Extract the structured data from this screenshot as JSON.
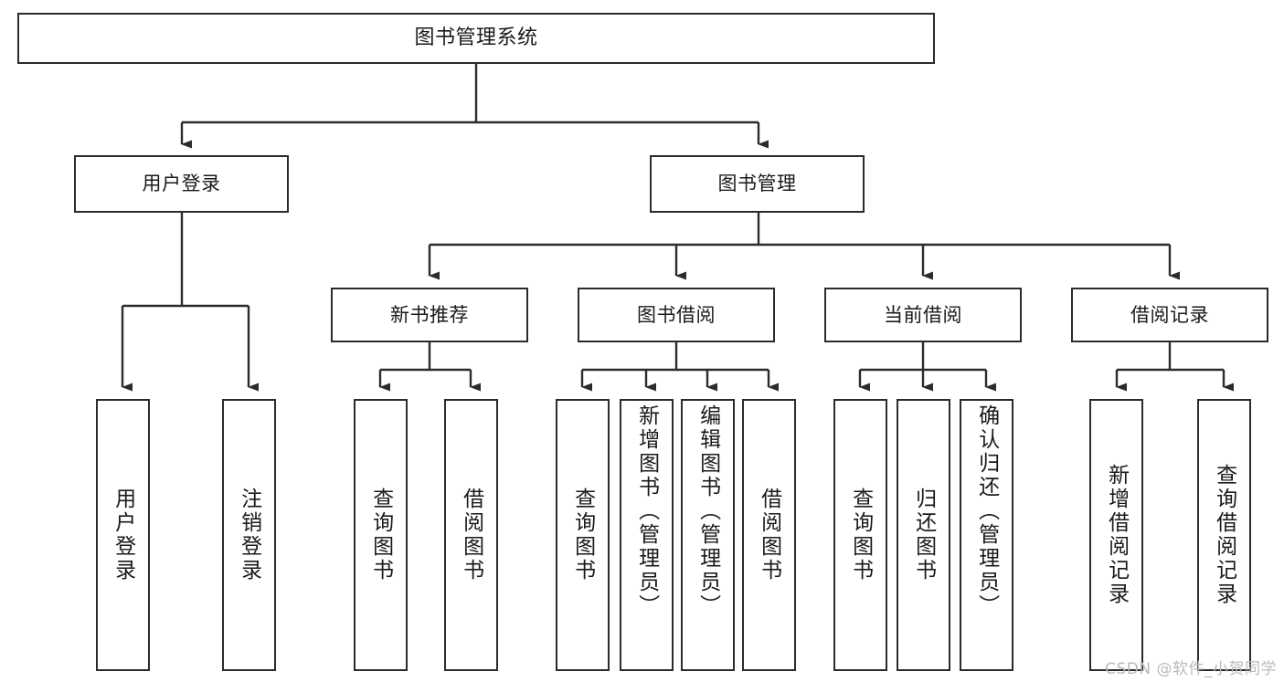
{
  "diagram": {
    "title": "图书管理系统",
    "type": "hierarchy-tree",
    "root": {
      "label": "图书管理系统"
    },
    "level2": [
      {
        "label": "用户登录"
      },
      {
        "label": "图书管理"
      }
    ],
    "level3": [
      {
        "label": "新书推荐"
      },
      {
        "label": "图书借阅"
      },
      {
        "label": "当前借阅"
      },
      {
        "label": "借阅记录"
      }
    ],
    "leaves": {
      "user_login": [
        {
          "label": "用户登录"
        },
        {
          "label": "注销登录"
        }
      ],
      "new_book_recommend": [
        {
          "label": "查询图书"
        },
        {
          "label": "借阅图书"
        }
      ],
      "book_borrow": [
        {
          "label": "查询图书"
        },
        {
          "label": "新增图书（管理员）"
        },
        {
          "label": "编辑图书（管理员）"
        },
        {
          "label": "借阅图书"
        }
      ],
      "current_borrow": [
        {
          "label": "查询图书"
        },
        {
          "label": "归还图书"
        },
        {
          "label": "确认归还（管理员）"
        }
      ],
      "borrow_record": [
        {
          "label": "新增借阅记录"
        },
        {
          "label": "查询借阅记录"
        }
      ]
    }
  },
  "watermark": {
    "text": "CSDN @软件_小贺同学"
  },
  "colors": {
    "border": "#2b2b2b",
    "background": "#ffffff",
    "text": "#1a1a1a",
    "watermark": "#b9b9b9"
  }
}
